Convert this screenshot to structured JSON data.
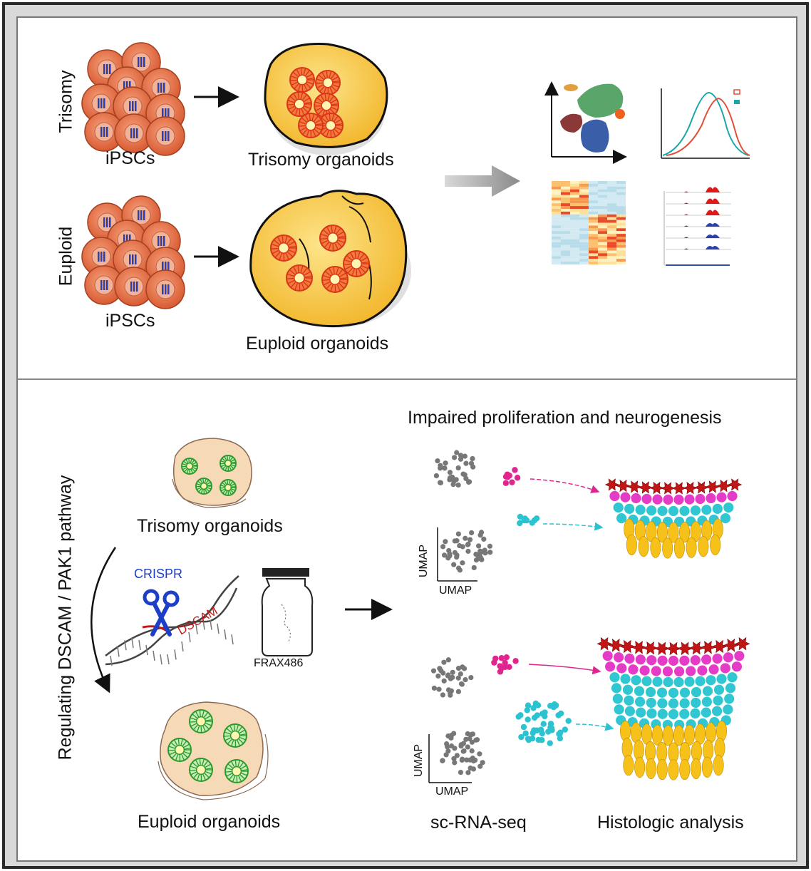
{
  "top_panel": {
    "trisomy_side_label": "Trisomy",
    "euploid_side_label": "Euploid",
    "ipscs_label_1": "iPSCs",
    "ipscs_label_2": "iPSCs",
    "trisomy_organoids_label": "Trisomy organoids",
    "euploid_organoids_label": "Euploid organoids"
  },
  "bottom_panel": {
    "pathway_label": "Regulating DSCAM / PAK1 pathway",
    "trisomy_organoids_label": "Trisomy organoids",
    "euploid_organoids_label": "Euploid organoids",
    "crispr_label": "CRISPR",
    "dscam_label": "DSCAM",
    "drug_label": "FRAX486",
    "result_title": "Impaired proliferation and neurogenesis",
    "umap_x_1": "UMAP",
    "umap_y_1": "UMAP",
    "umap_x_2": "UMAP",
    "umap_y_2": "UMAP",
    "scrnaseq_label": "sc-RNA-seq",
    "histology_label": "Histologic analysis"
  },
  "colors": {
    "cell_orange": "#e8734a",
    "organoid_yellow": "#f7c640",
    "rosette_red": "#e2401f",
    "rosette_green": "#3cc23c",
    "magenta": "#e0258f",
    "cyan": "#2cc2d0",
    "dark_red": "#b81818",
    "gold": "#f5c21a"
  }
}
